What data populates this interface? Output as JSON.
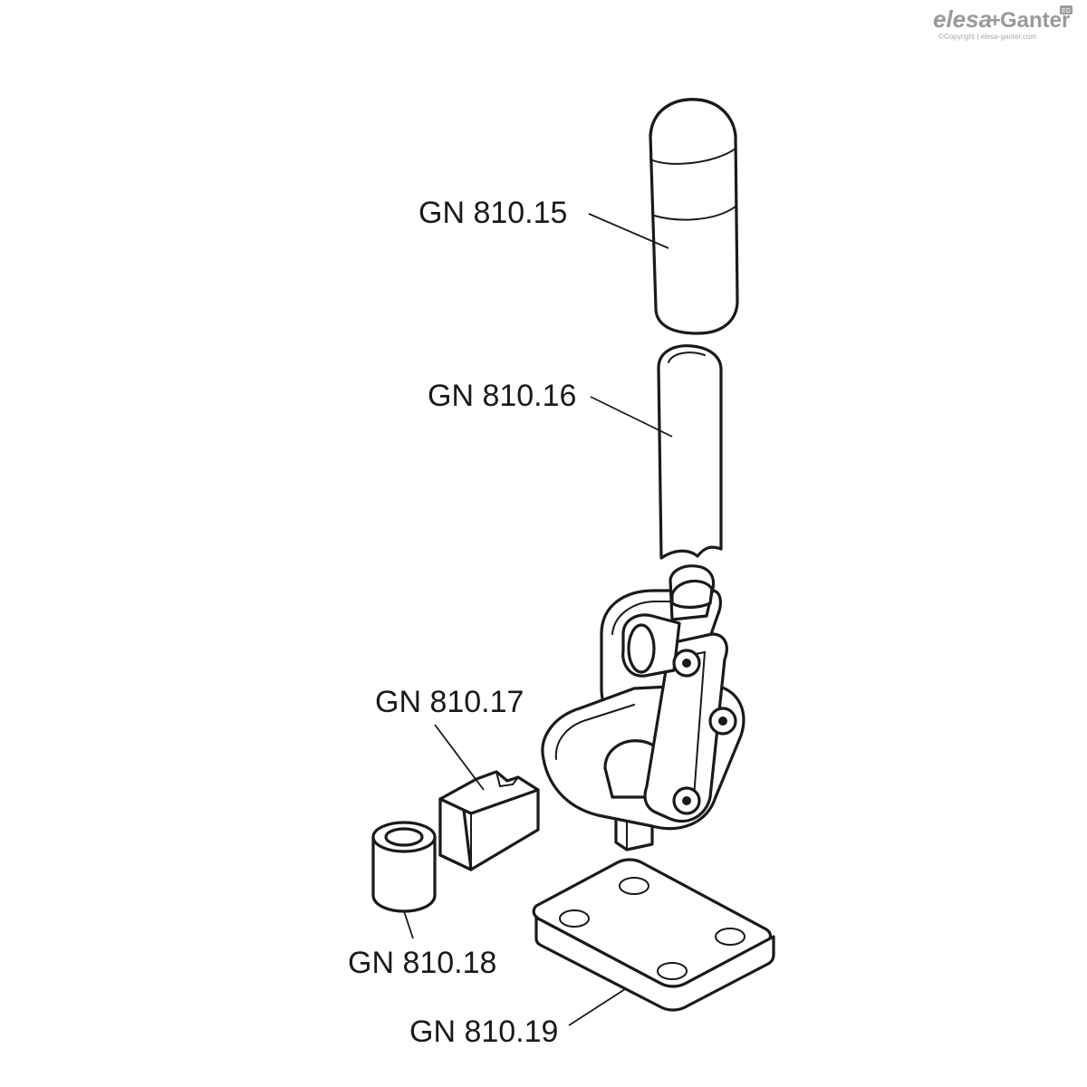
{
  "logo": {
    "brand_left": "elesa",
    "plus": "+",
    "brand_right": "Ganter",
    "badge": "EG",
    "copyright": "©Copyright | elesa-ganter.com"
  },
  "parts": [
    {
      "id": "handle-knob",
      "label": "GN 810.15"
    },
    {
      "id": "lever-arm",
      "label": "GN 810.16"
    },
    {
      "id": "spacer-block",
      "label": "GN 810.17"
    },
    {
      "id": "sleeve",
      "label": "GN 810.18"
    },
    {
      "id": "base-plate",
      "label": "GN 810.19"
    }
  ],
  "colors": {
    "line": "#1a1a1a",
    "background": "#ffffff",
    "logo": "#9a9a9a"
  }
}
